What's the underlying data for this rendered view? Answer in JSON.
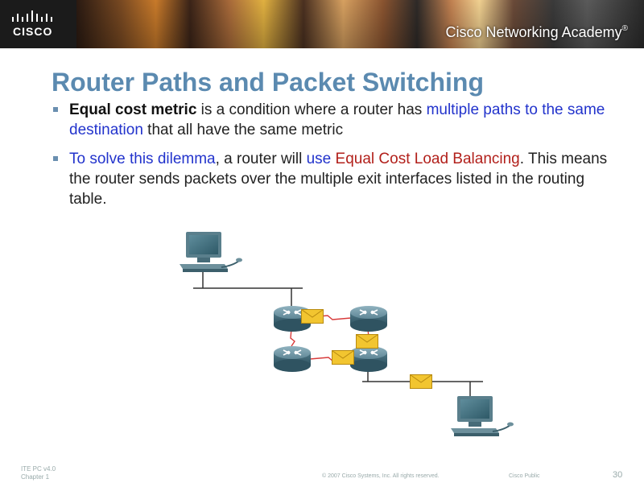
{
  "header": {
    "logo_text": "CISCO",
    "academy_label": "Cisco Networking Academy",
    "trademark": "®"
  },
  "slide": {
    "title": "Router Paths and Packet Switching",
    "bullet1": {
      "bold": "Equal cost metric",
      "text1": " is a condition where a router has ",
      "blue": "multiple paths to the same destination",
      "text2": " that all have the same metric"
    },
    "bullet2": {
      "blue1": "To solve this dilemma",
      "text1": ", a router will ",
      "blue2": "use",
      "text2": " ",
      "red": "Equal Cost Load Balancing",
      "text3": ".  This means the router sends packets over the multiple exit interfaces listed in the routing table."
    }
  },
  "footer": {
    "line1": "ITE PC v4.0",
    "line2": "Chapter 1",
    "copyright": "© 2007 Cisco Systems, Inc. All rights reserved.",
    "classification": "Cisco Public",
    "page_number": "30"
  },
  "diagram": {
    "devices": [
      "computer-top",
      "router-top-left",
      "router-top-right",
      "router-bottom-left",
      "router-bottom-right",
      "computer-bottom"
    ],
    "packet_icon": "envelope-icon",
    "link_color": "#d83a3a"
  }
}
